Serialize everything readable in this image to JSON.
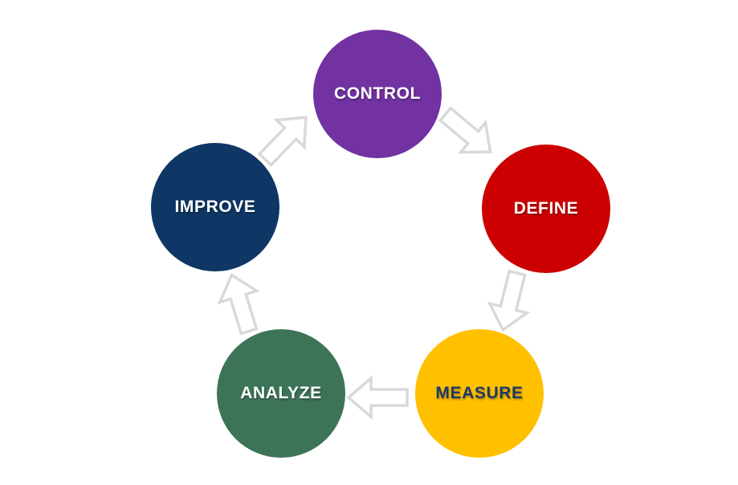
{
  "diagram": {
    "background": "#FFFFFF",
    "arrow_color": "#D9D9D9",
    "arrow_fill": "#FFFFFF",
    "nodes": {
      "control": {
        "label": "CONTROL",
        "color": "#7232A2",
        "text_color": "#FFFFFF"
      },
      "define": {
        "label": "DEFINE",
        "color": "#CC0000",
        "text_color": "#FFFFFF"
      },
      "measure": {
        "label": "MEASURE",
        "color": "#FFC000",
        "text_color": "#1F3864"
      },
      "analyze": {
        "label": "ANALYZE",
        "color": "#3D7458",
        "text_color": "#FFFFFF"
      },
      "improve": {
        "label": "IMPROVE",
        "color": "#0E3765",
        "text_color": "#FFFFFF"
      }
    },
    "flow": [
      {
        "from": "CONTROL",
        "to": "DEFINE"
      },
      {
        "from": "DEFINE",
        "to": "MEASURE"
      },
      {
        "from": "MEASURE",
        "to": "ANALYZE"
      },
      {
        "from": "ANALYZE",
        "to": "IMPROVE"
      },
      {
        "from": "IMPROVE",
        "to": "CONTROL"
      }
    ]
  }
}
